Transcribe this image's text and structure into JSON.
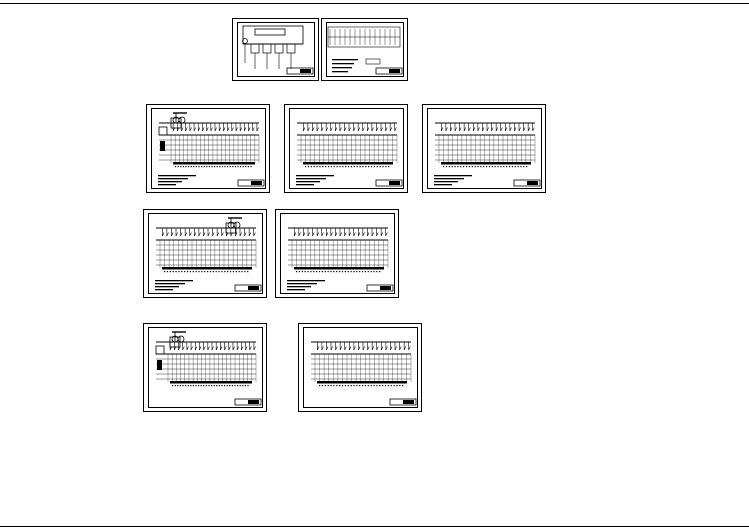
{
  "page": {
    "title": "",
    "sheets": [
      {
        "id": "sheet-1",
        "kind": "schematic"
      },
      {
        "id": "sheet-2",
        "kind": "notes"
      },
      {
        "id": "sheet-3",
        "kind": "panel-with-header"
      },
      {
        "id": "sheet-4",
        "kind": "panel"
      },
      {
        "id": "sheet-5",
        "kind": "panel"
      },
      {
        "id": "sheet-6",
        "kind": "panel-with-header-right"
      },
      {
        "id": "sheet-7",
        "kind": "panel"
      },
      {
        "id": "sheet-8",
        "kind": "panel-with-header-no-notes"
      },
      {
        "id": "sheet-9",
        "kind": "panel-no-notes"
      }
    ]
  },
  "colors": {
    "ink": "#000000",
    "paper": "#ffffff"
  }
}
